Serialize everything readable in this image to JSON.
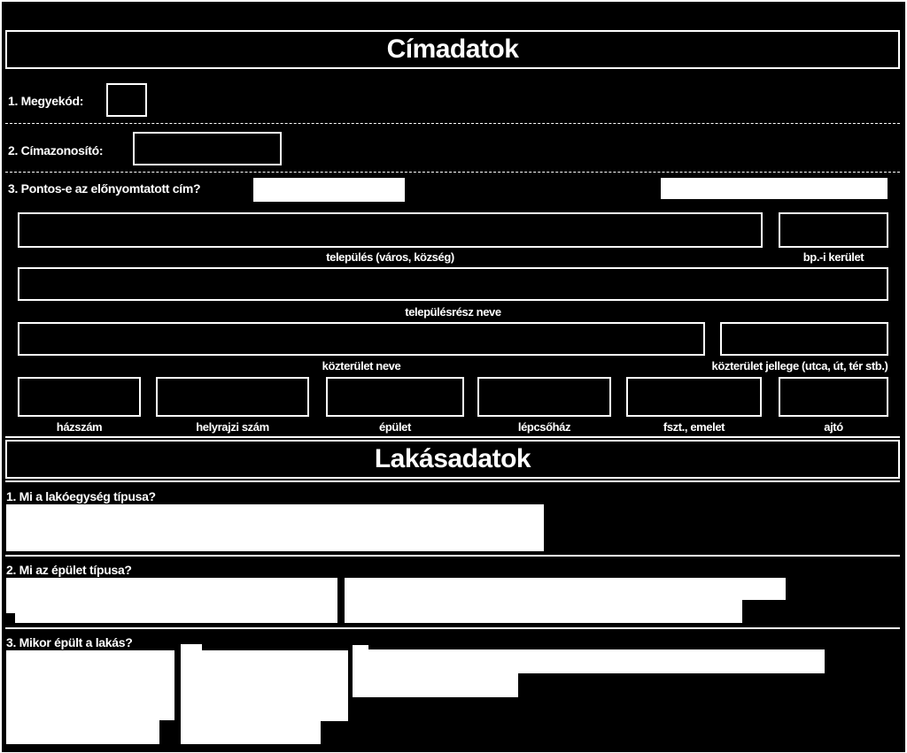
{
  "sections": {
    "address_title": "Címadatok",
    "dwelling_title": "Lakásadatok"
  },
  "address": {
    "q1": "1. Megyekód:",
    "q2": "2. Címazonosító:",
    "q3": "3. Pontos-e az előnyomtatott cím?",
    "labels": {
      "settlement": "település (város, község)",
      "district": "bp.-i kerület",
      "settlement_part": "településrész neve",
      "street_name": "közterület neve",
      "street_type": "közterület jellege (utca, út, tér stb.)",
      "house_number": "házszám",
      "parcel_number": "helyrajzi szám",
      "building": "épület",
      "staircase": "lépcsőház",
      "floor": "fszt., emelet",
      "door": "ajtó"
    }
  },
  "dwelling": {
    "q1": "1. Mi a lakóegység típusa?",
    "q2": "2. Mi az épület típusa?",
    "q3": "3. Mikor épült a lakás?"
  }
}
